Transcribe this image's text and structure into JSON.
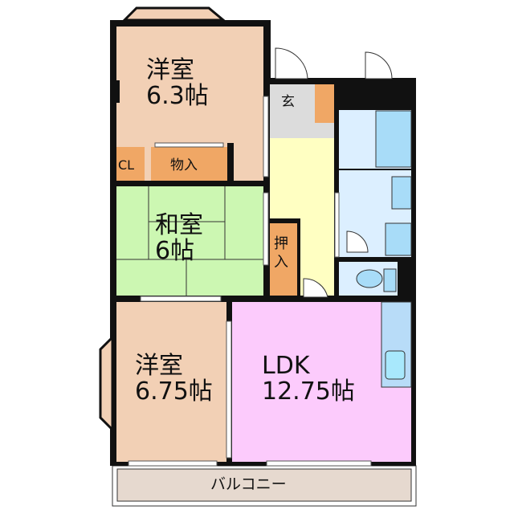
{
  "colors": {
    "western_room": "#f2d0b5",
    "japanese_room": "#ccf7b2",
    "hallway": "#ffffc2",
    "ldk": "#fccbfc",
    "wet_area": "#dcefff",
    "fixture": "#a8dcf8",
    "storage": "#f0a765",
    "entrance": "#dcdcdc",
    "balcony": "#e6d9cf",
    "wall": "#111111"
  },
  "rooms": {
    "western1": {
      "name": "洋室",
      "size": "6.3帖"
    },
    "closet": {
      "name": "CL"
    },
    "storage": {
      "name": "物入"
    },
    "japanese": {
      "name": "和室",
      "size": "6帖"
    },
    "entrance": {
      "name": "玄"
    },
    "oshiire": {
      "name": "押入"
    },
    "western2": {
      "name": "洋室",
      "size": "6.75帖"
    },
    "ldk": {
      "name": "LDK",
      "size": "12.75帖"
    },
    "balcony": {
      "name": "バルコニー"
    }
  }
}
